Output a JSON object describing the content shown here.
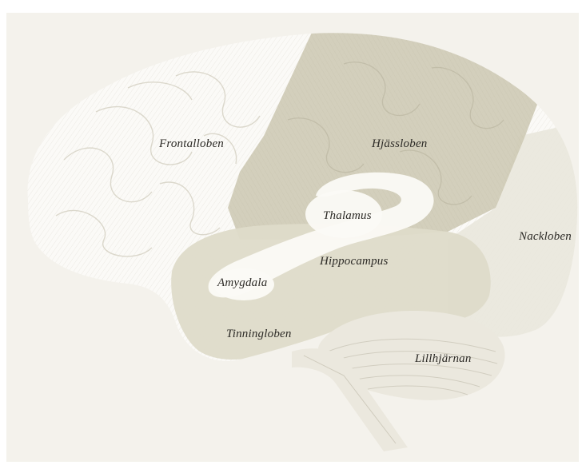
{
  "diagram": {
    "labels": {
      "frontal": "Frontalloben",
      "parietal": "Hjässloben",
      "occipital": "Nackloben",
      "thalamus": "Thalamus",
      "hippocampus": "Hippocampus",
      "amygdala": "Amygdala",
      "temporal": "Tinningloben",
      "cerebellum": "Lillhjärnan"
    },
    "colors": {
      "background": "#f4f2ec",
      "brain_light": "#fbfaf7",
      "brain_hatch": "#d9d6cc",
      "parietal_fill": "#cfcbb6",
      "temporal_fill": "#dedbc9",
      "occipital_fill": "#e9e7dc",
      "limbic_fill": "#fbfaf6",
      "cerebellum_fill": "#ebe8de",
      "label_text": "#2c2a26"
    }
  }
}
